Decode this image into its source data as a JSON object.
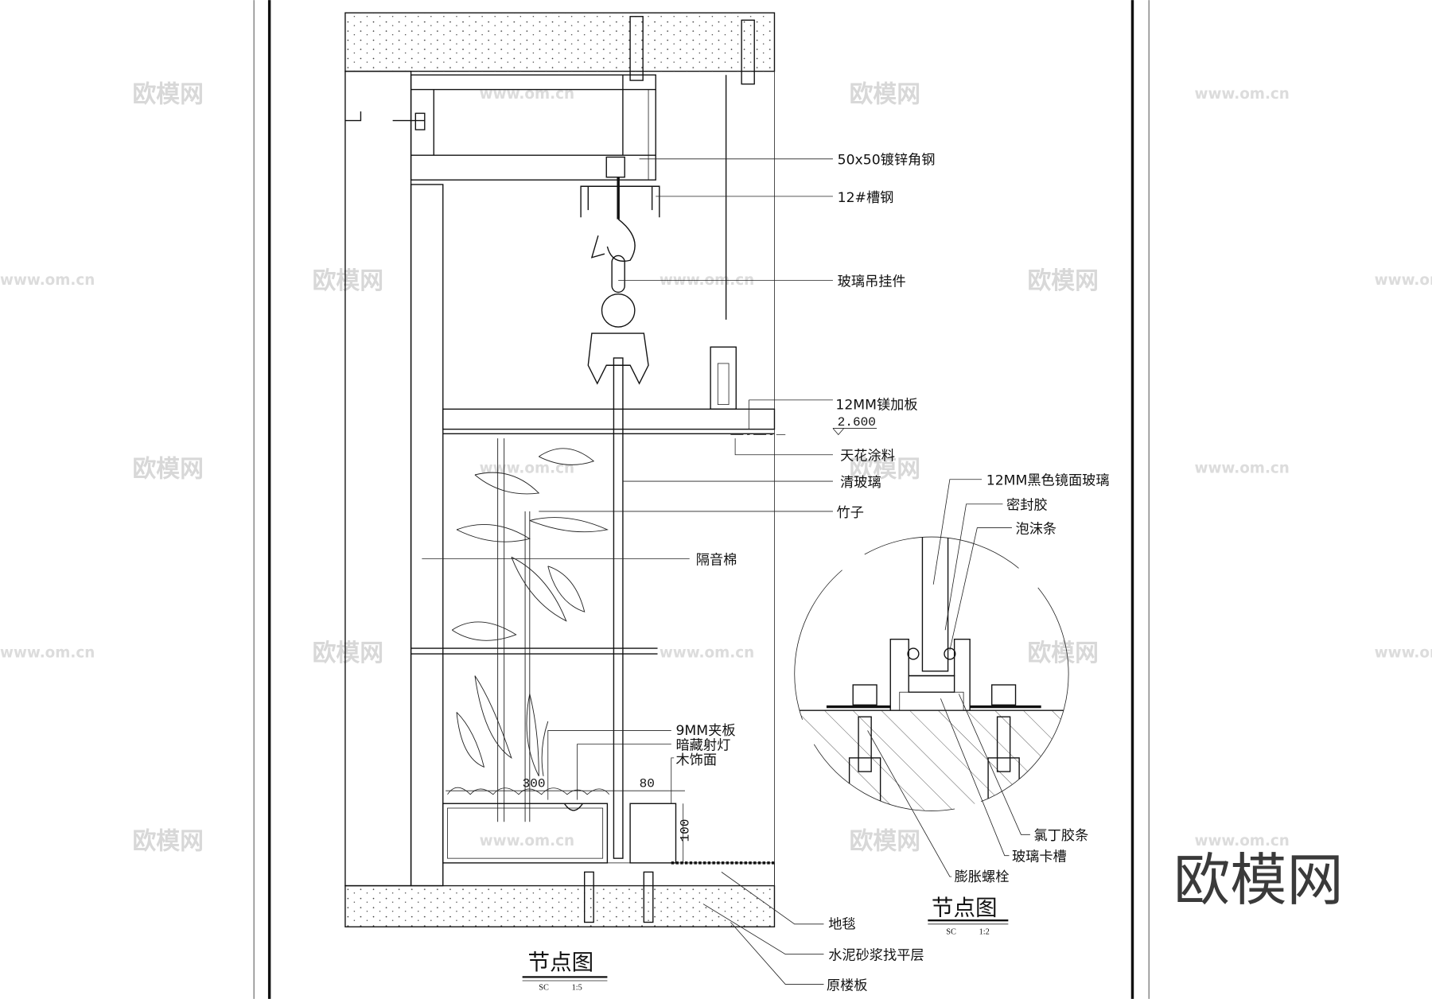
{
  "main_detail": {
    "labels": {
      "angle_steel": "50x50镀锌角钢",
      "channel_steel": "12#槽钢",
      "glass_hanger": "玻璃吊挂件",
      "mg_board": "12MM镁加板",
      "elevation": "2.600",
      "ceiling_paint": "天花涂料",
      "clear_glass": "清玻璃",
      "bamboo": "竹子",
      "sound_insulation": "隔音棉",
      "plywood": "9MM夹板",
      "hidden_spotlight": "暗藏射灯",
      "wood_finish": "木饰面",
      "carpet": "地毯",
      "cement_mortar": "水泥砂浆找平层",
      "floor_slab": "原楼板"
    },
    "dimensions": {
      "d300": "300",
      "d80": "80",
      "d100": "100"
    },
    "title": "节点图",
    "scale_code": "SC",
    "scale": "1:5"
  },
  "circle_detail": {
    "labels": {
      "black_mirror_glass": "12MM黑色镜面玻璃",
      "sealant": "密封胶",
      "foam_strip": "泡沫条",
      "neoprene_strip": "氯丁胶条",
      "glass_channel": "玻璃卡槽",
      "expansion_bolt": "膨胀螺栓"
    },
    "title": "节点图",
    "scale_code": "SC",
    "scale": "1:2"
  },
  "watermarks": {
    "brand": "欧模网",
    "url": "www.om.cn"
  },
  "logo": "欧模网"
}
